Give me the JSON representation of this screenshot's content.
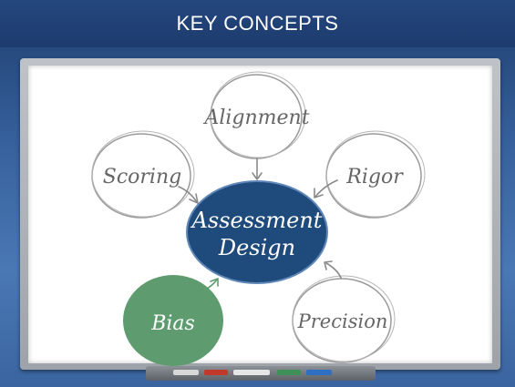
{
  "header": {
    "title": "KEY CONCEPTS"
  },
  "diagram": {
    "center": {
      "label_line1": "Assessment",
      "label_line2": "Design",
      "fill": "#1f4a7c"
    },
    "nodes": {
      "alignment": {
        "label": "Alignment"
      },
      "scoring": {
        "label": "Scoring"
      },
      "rigor": {
        "label": "Rigor"
      },
      "precision": {
        "label": "Precision"
      },
      "bias": {
        "label": "Bias",
        "fill": "#5e9c6f"
      }
    }
  },
  "colors": {
    "header_background": "#1f3e70",
    "board_frame": "#a9adb3",
    "board_surface": "#ffffff",
    "sketch_stroke": "#9a9a9a",
    "bias_arrow": "#5e9c6f"
  }
}
